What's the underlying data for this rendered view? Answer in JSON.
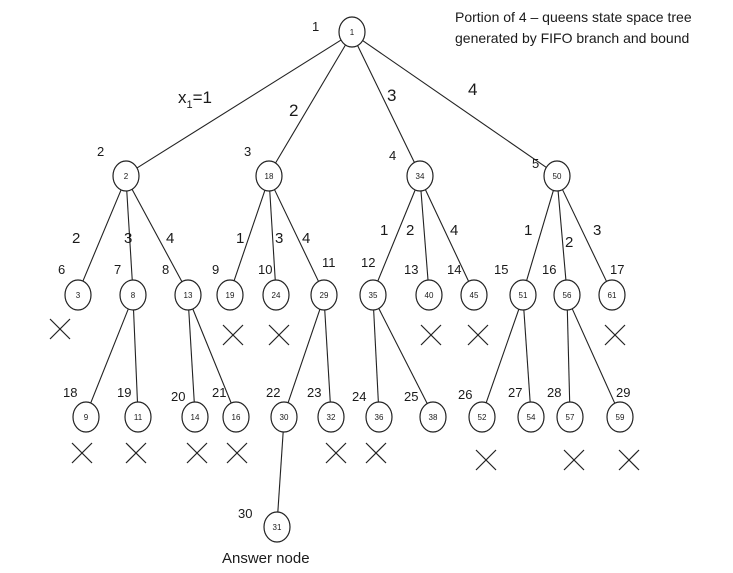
{
  "caption": {
    "line1": "Portion of 4 – queens state space tree",
    "line2": "generated by FIFO branch and bound"
  },
  "answer_label": "Answer node",
  "nodes": [
    {
      "id": "1",
      "order": "1"
    },
    {
      "id": "2",
      "order": "2"
    },
    {
      "id": "18",
      "order": "3"
    },
    {
      "id": "34",
      "order": "4"
    },
    {
      "id": "50",
      "order": "5"
    },
    {
      "id": "3",
      "order": "6",
      "killed": true
    },
    {
      "id": "8",
      "order": "7"
    },
    {
      "id": "13",
      "order": "8"
    },
    {
      "id": "19",
      "order": "9",
      "killed": true
    },
    {
      "id": "24",
      "order": "10",
      "killed": true
    },
    {
      "id": "29",
      "order": "11"
    },
    {
      "id": "35",
      "order": "12"
    },
    {
      "id": "40",
      "order": "13",
      "killed": true
    },
    {
      "id": "45",
      "order": "14",
      "killed": true
    },
    {
      "id": "51",
      "order": "15"
    },
    {
      "id": "56",
      "order": "16"
    },
    {
      "id": "61",
      "order": "17",
      "killed": true
    },
    {
      "id": "9",
      "order": "18",
      "killed": true
    },
    {
      "id": "11",
      "order": "19",
      "killed": true
    },
    {
      "id": "14",
      "order": "20",
      "killed": true
    },
    {
      "id": "16",
      "order": "21",
      "killed": true
    },
    {
      "id": "30",
      "order": "22"
    },
    {
      "id": "32",
      "order": "23",
      "killed": true
    },
    {
      "id": "36",
      "order": "24",
      "killed": true
    },
    {
      "id": "38",
      "order": "25"
    },
    {
      "id": "52",
      "order": "26",
      "killed": true
    },
    {
      "id": "54",
      "order": "27"
    },
    {
      "id": "57",
      "order": "28",
      "killed": true
    },
    {
      "id": "59",
      "order": "29",
      "killed": true
    },
    {
      "id": "31",
      "order": "30",
      "answer": true
    }
  ],
  "edges": [
    {
      "from": "1",
      "to": "2",
      "label": "1",
      "prefix": "x",
      "sub": "1",
      "big": true
    },
    {
      "from": "1",
      "to": "18",
      "label": "2",
      "big": true
    },
    {
      "from": "1",
      "to": "34",
      "label": "3",
      "big": true
    },
    {
      "from": "1",
      "to": "50",
      "label": "4",
      "big": true
    },
    {
      "from": "2",
      "to": "3",
      "label": "2"
    },
    {
      "from": "2",
      "to": "8",
      "label": "3"
    },
    {
      "from": "2",
      "to": "13",
      "label": "4"
    },
    {
      "from": "18",
      "to": "19",
      "label": "1"
    },
    {
      "from": "18",
      "to": "24",
      "label": "3"
    },
    {
      "from": "18",
      "to": "29",
      "label": "4"
    },
    {
      "from": "34",
      "to": "35",
      "label": "1"
    },
    {
      "from": "34",
      "to": "40",
      "label": "2"
    },
    {
      "from": "34",
      "to": "45",
      "label": "4"
    },
    {
      "from": "50",
      "to": "51",
      "label": "1"
    },
    {
      "from": "50",
      "to": "56",
      "label": "2"
    },
    {
      "from": "50",
      "to": "61",
      "label": "3"
    },
    {
      "from": "8",
      "to": "9"
    },
    {
      "from": "8",
      "to": "11"
    },
    {
      "from": "13",
      "to": "14"
    },
    {
      "from": "13",
      "to": "16"
    },
    {
      "from": "29",
      "to": "30"
    },
    {
      "from": "29",
      "to": "32"
    },
    {
      "from": "35",
      "to": "36"
    },
    {
      "from": "35",
      "to": "38"
    },
    {
      "from": "51",
      "to": "52"
    },
    {
      "from": "51",
      "to": "54"
    },
    {
      "from": "56",
      "to": "57"
    },
    {
      "from": "56",
      "to": "59"
    },
    {
      "from": "30",
      "to": "31"
    }
  ]
}
